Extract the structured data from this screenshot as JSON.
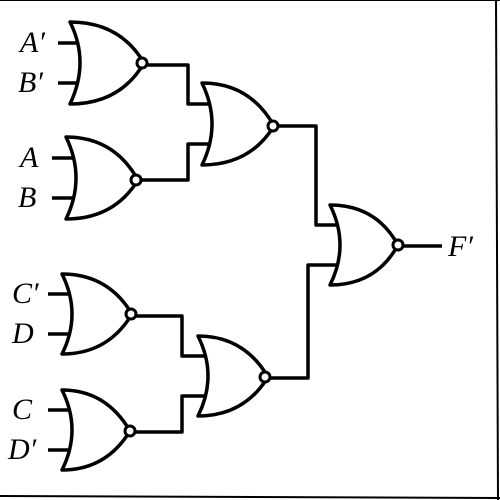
{
  "diagram": {
    "inputs": {
      "a_prime": "A′",
      "b_prime": "B′",
      "a": "A",
      "b": "B",
      "c_prime": "C′",
      "d": "D",
      "c": "C",
      "d_prime": "D′"
    },
    "output": "F′",
    "gate_type": "NOR"
  }
}
